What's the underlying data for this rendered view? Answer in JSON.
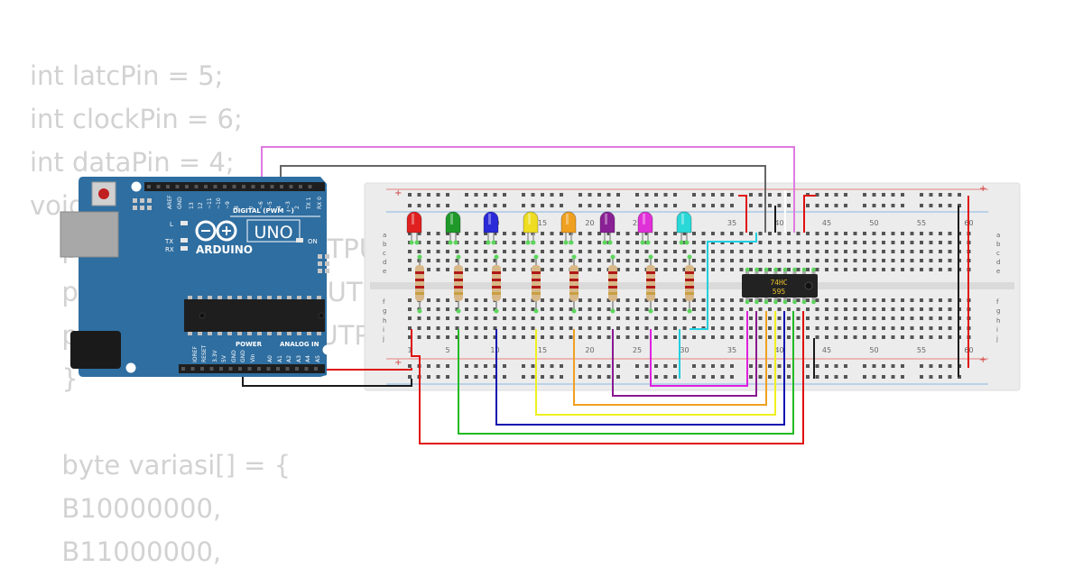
{
  "code_lines": [
    "int latcPin = 5;",
    "int clockPin = 6;",
    "int dataPin = 4;",
    "void",
    "  pinMode(latcPin, OUTPUT);",
    "  pinMode(clockPin, OUTPUT);",
    "  pinMode(dataPin, OUTPUT);",
    "  }",
    "",
    "  byte variasi[] = {",
    "  B10000000,",
    "  B11000000,"
  ],
  "arduino": {
    "brand": "ARDUINO",
    "model": "UNO",
    "digital_label": "DIGITAL (PWM ~)",
    "power_label": "POWER",
    "analog_label": "ANALOG IN",
    "on_label": "ON",
    "l_label": "L",
    "tx_label": "TX",
    "rx_label": "RX",
    "top_pins": [
      "AREF",
      "GND",
      "13",
      "12",
      "~11",
      "~10",
      "~9",
      "8",
      "7",
      "~6",
      "~5",
      "4",
      "~3",
      "2",
      "TX 1",
      "RX 0"
    ],
    "power_pins": [
      "IOREF",
      "RESET",
      "3.3V",
      "5V",
      "GND",
      "GND",
      "Vin"
    ],
    "analog_pins": [
      "A0",
      "A1",
      "A2",
      "A3",
      "A4",
      "A5"
    ]
  },
  "breadboard": {
    "column_numbers": [
      "1",
      "5",
      "10",
      "15",
      "20",
      "25",
      "30",
      "35",
      "40",
      "45",
      "50",
      "55",
      "60"
    ],
    "row_letters_top": [
      "a",
      "b",
      "c",
      "d",
      "e"
    ],
    "row_letters_bottom": [
      "f",
      "g",
      "h",
      "i",
      "j"
    ],
    "plus": "+",
    "minus": "-"
  },
  "chip": {
    "line1": "74HC",
    "line2": "595"
  },
  "leds": [
    {
      "color": "#e02020"
    },
    {
      "color": "#1f9a2a"
    },
    {
      "color": "#2a2ad8"
    },
    {
      "color": "#eedd22"
    },
    {
      "color": "#f0a020"
    },
    {
      "color": "#8a2095"
    },
    {
      "color": "#e030d8"
    },
    {
      "color": "#2ad8d8"
    }
  ],
  "colors": {
    "board_blue": "#2f6ea0",
    "breadboard": "#ececec",
    "rail_red": "#e05050",
    "rail_blue": "#5a9ad8",
    "wire_black": "#1a1a1a",
    "wire_red": "#e01010",
    "wire_gray": "#666666",
    "wire_pink": "#e07ae0"
  }
}
